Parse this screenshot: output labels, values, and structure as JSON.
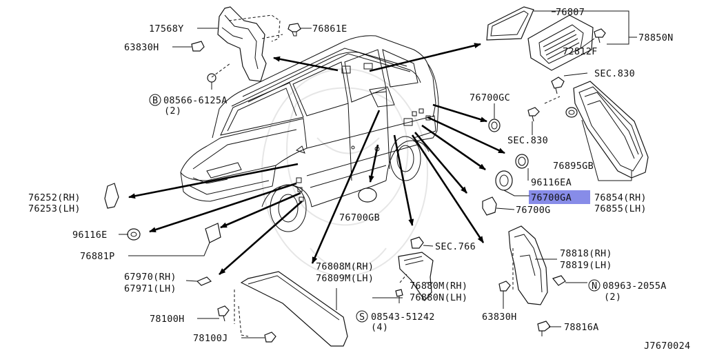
{
  "diagram_id": "J7670024",
  "labels": {
    "p17568y": "17568Y",
    "p76861e": "76861E",
    "p63830h_top": "63830H",
    "p08566": "08566-6125A",
    "p08566_qty": "(2)",
    "circle_b": "B",
    "p76807": "76807",
    "p78850n": "78850N",
    "p72812f": "72812F",
    "sec830_a": "SEC.830",
    "p76700gc": "76700GC",
    "sec830_b": "SEC.830",
    "p76895gb": "76895GB",
    "p96116ea": "96116EA",
    "p76700ga": "76700GA",
    "p76854": "76854(RH)",
    "p76855": "76855(LH)",
    "p76700g": "76700G",
    "p76252": "76252(RH)",
    "p76253": "76253(LH)",
    "p96116e": "96116E",
    "p76881p": "76881P",
    "p76700gb": "76700GB",
    "sec766": "SEC.766",
    "p78818": "78818(RH)",
    "p78819": "78819(LH)",
    "p76808m": "76808M(RH)",
    "p76809m": "76809M(LH)",
    "p67970": "67970(RH)",
    "p67971": "67971(LH)",
    "p76880m": "76880M(RH)",
    "p76880n": "76880N(LH)",
    "p08963": "08963-2055A",
    "p08963_qty": "(2)",
    "circle_n": "N",
    "p08543": "08543-51242",
    "p08543_qty": "(4)",
    "circle_s": "S",
    "p78100h": "78100H",
    "p63830h_bot": "63830H",
    "p78816a": "78816A",
    "p78100j": "78100J"
  },
  "highlight": {
    "part": "76700GA",
    "color": "#7a80e6"
  }
}
